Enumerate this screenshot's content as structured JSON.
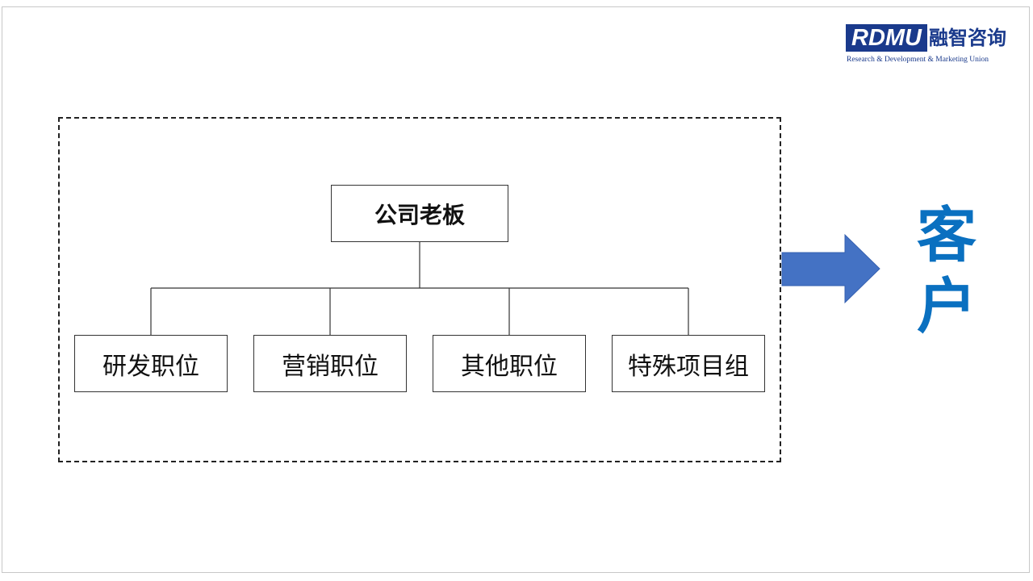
{
  "logo": {
    "abbr": "RDMU",
    "cn_name": "融智咨询",
    "full_name": "Research & Development & Marketing Union"
  },
  "org_chart": {
    "root": "公司老板",
    "children": [
      "研发职位",
      "营销职位",
      "其他职位",
      "特殊项目组"
    ]
  },
  "target": {
    "label": "客户"
  },
  "colors": {
    "logo_blue": "#1a3a8c",
    "arrow_blue": "#4472c4",
    "client_text": "#0a70c0",
    "frame_border": "#222222"
  }
}
